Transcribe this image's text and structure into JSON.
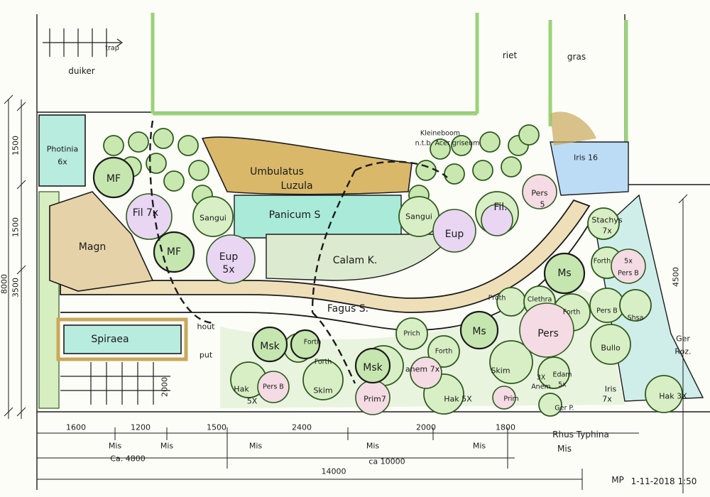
{
  "labels": {
    "trap": "trap",
    "duiker": "duiker",
    "riet": "riet",
    "gras": "gras",
    "photinia_1": "Photinia",
    "photinia_2": "6x",
    "mf_1": "MF",
    "mf_2": "MF",
    "fil_7x": "Fil 7x",
    "magn": "Magn",
    "umbulatus": "Umbulatus",
    "luzula": "Luzula",
    "kleineboom_1": "Kleineboom",
    "kleineboom_2": "n.t.b. Acer griseum",
    "sangui_1": "Sangui",
    "sangui_2": "Sangui",
    "panicum": "Panicum S",
    "eup_5x": "Eup",
    "eup_5x_count": "5x",
    "eup_2": "Eup",
    "calam": "Calam K.",
    "fil_2": "Fil.",
    "pers_5": "Pers",
    "pers_5_count": "5",
    "iris_16": "Iris 16",
    "stachys": "Stachys",
    "stachys_count": "7x",
    "ms_1": "Ms",
    "ms_2": "Ms",
    "forth_1": "Forth",
    "forth_2": "Forth",
    "forth_3": "Forth",
    "forth_4": "Forth",
    "forth_5": "Forth",
    "pers_b_5x_count": "5x",
    "pers_b_5x": "Pers B",
    "fagus": "Fagus S.",
    "spiraea": "Spiraea",
    "hout": "hout",
    "put": "put",
    "msk_1": "Msk",
    "msk_2": "Msk",
    "pers_b_2": "Pers B",
    "hak_5x_1": "Hak",
    "hak_5x_1_count": "5X",
    "skim_1": "Skim",
    "skim_2": "Skim",
    "anem": "anem 7x",
    "prim7": "Prim7",
    "hak_5x_2": "Hak 5X",
    "prim_2": "Prim",
    "anem_3x": "3X",
    "anem_3x_name": "Anem",
    "gen_p": "Ger P.",
    "iris_7x": "Iris",
    "iris_7x_count": "7x",
    "hak_3x": "Hak 3X",
    "ger_roz_1": "Ger",
    "ger_roz_2": "Roz.",
    "shsa": "Shsa",
    "bullo": "Bullo",
    "pers_b_3": "Pers B",
    "pers_main": "Pers",
    "cletius": "Clethra",
    "forth_hak": "Forth",
    "proth": "Proth",
    "rhus": "Rhus Typhina",
    "rhus_mis": "Mis",
    "edam": "Edam",
    "edam_count": "5x",
    "prich": "Prich"
  },
  "dims": {
    "left_1500_a": "1500",
    "left_1500_b": "1500",
    "left_3500": "3500",
    "left_8000": "8000",
    "left_2000": "2000",
    "right_4500": "4500",
    "b_1600": "1600",
    "b_1200": "1200",
    "b_1500": "1500",
    "b_2400": "2400",
    "b_2000": "2000",
    "b_1800": "1800",
    "mis_1": "Mis",
    "mis_2": "Mis",
    "mis_3": "Mis",
    "mis_4": "Mis",
    "mis_5": "Mis",
    "ca_4800": "Ca. 4800",
    "ca_10000": "ca 10000",
    "total_14000": "14000",
    "signature": "MP",
    "date_scale": "1-11-2018 1:50"
  },
  "colors": {
    "ink": "#1b1b1b",
    "green_hedge": "#9ad37a",
    "green_light": "#c8e6a8",
    "green_outline": "#2f5a1f",
    "tan_path": "#d9c59a",
    "ochre": "#c9a85a",
    "cyan": "#9fe3dc",
    "blue": "#8fc2ee",
    "purple": "#c7a1e6",
    "pink": "#e7758f",
    "paper": "#fdfdf8"
  }
}
